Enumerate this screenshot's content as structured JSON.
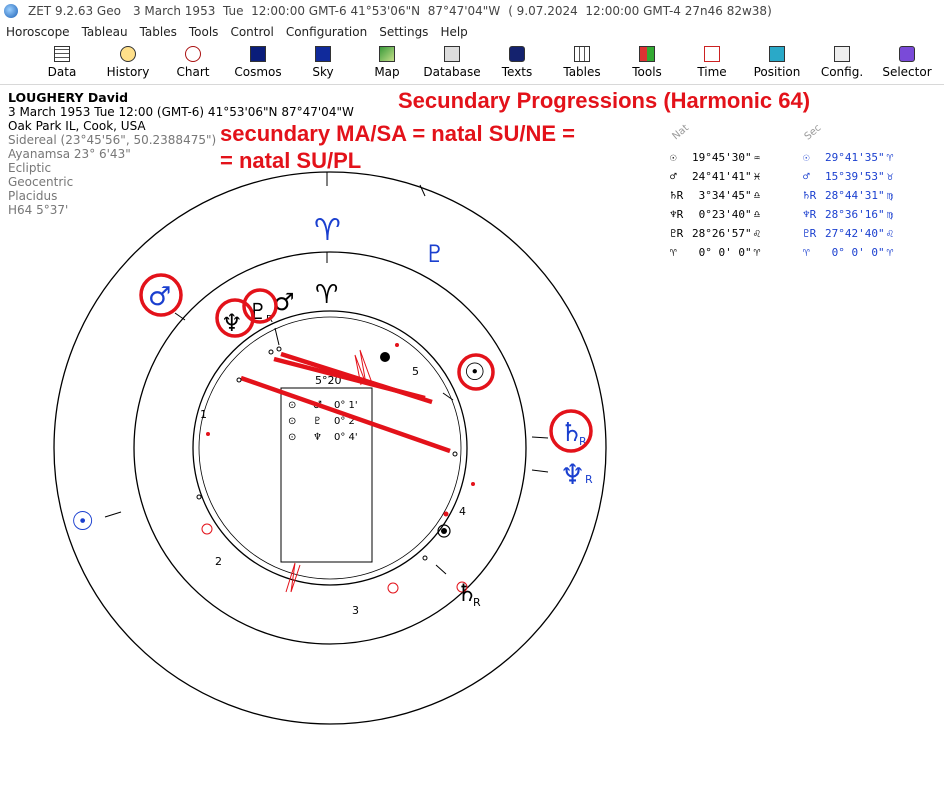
{
  "titlebar": {
    "app": "ZET 9.2.63 Geo",
    "date": "3 March 1953  Tue  12:00:00 GMT-6 41°53'06\"N  87°47'04\"W",
    "extra": "( 9.07.2024  12:00:00 GMT-4 27n46 82w38)"
  },
  "menu": [
    "Horoscope",
    "Tableau",
    "Tables",
    "Tools",
    "Control",
    "Configuration",
    "Settings",
    "Help"
  ],
  "toolbar": [
    {
      "label": "Data",
      "icon": "data-icon"
    },
    {
      "label": "History",
      "icon": "history-icon"
    },
    {
      "label": "Chart",
      "icon": "chart-icon"
    },
    {
      "label": "Cosmos",
      "icon": "cosmos-icon"
    },
    {
      "label": "Sky",
      "icon": "sky-icon"
    },
    {
      "label": "Map",
      "icon": "map-icon"
    },
    {
      "label": "Database",
      "icon": "database-icon"
    },
    {
      "label": "Texts",
      "icon": "texts-icon"
    },
    {
      "label": "Tables",
      "icon": "tables-icon"
    },
    {
      "label": "Tools",
      "icon": "tools-icon"
    },
    {
      "label": "Time",
      "icon": "time-icon"
    },
    {
      "label": "Position",
      "icon": "position-icon"
    },
    {
      "label": "Config.",
      "icon": "config-icon"
    },
    {
      "label": "Selector",
      "icon": "selector-icon"
    }
  ],
  "info": {
    "name": "LOUGHERY David",
    "datetime": "3 March 1953  Tue  12:00 (GMT-6) 41°53'06\"N  87°47'04\"W",
    "place": "Oak Park IL, Cook, USA",
    "lines": [
      "Sidereal (23°45'56\", 50.2388475\")",
      "Ayanamsa 23° 6'43\"",
      "Ecliptic",
      "Geocentric",
      "Placidus",
      "H64   5°37'"
    ]
  },
  "annotations": {
    "title": "Secundary Progressions (Harmonic 64)",
    "line1": "secundary MA/SA = natal SU/NE =",
    "line2": "= natal SU/PL"
  },
  "positions": {
    "header_nat": "Nat",
    "header_sec": "Sec",
    "rows": [
      {
        "glyph": "☉",
        "nat": "19°45'30\"",
        "nat_sign": "♒",
        "sec": "29°41'35\"",
        "sec_sign": "♈"
      },
      {
        "glyph": "♂",
        "nat": "24°41'41\"",
        "nat_sign": "♓",
        "sec": "15°39'53\"",
        "sec_sign": "♉"
      },
      {
        "glyph": "♄R",
        "nat": " 3°34'45\"",
        "nat_sign": "♎",
        "sec": "28°44'31\"",
        "sec_sign": "♍"
      },
      {
        "glyph": "♆R",
        "nat": " 0°23'40\"",
        "nat_sign": "♎",
        "sec": "28°36'16\"",
        "sec_sign": "♍"
      },
      {
        "glyph": "♇R",
        "nat": "28°26'57\"",
        "nat_sign": "♌",
        "sec": "27°42'40\"",
        "sec_sign": "♌"
      },
      {
        "glyph": "♈",
        "nat": " 0° 0' 0\"",
        "nat_sign": "♈",
        "sec": " 0° 0' 0\"",
        "sec_sign": "♈"
      }
    ]
  },
  "chart": {
    "aspect_header": "5°20'",
    "aspect_rows": [
      {
        "glyph": "♂",
        "orb": "0° 1'"
      },
      {
        "glyph": "♇",
        "orb": "0° 2'"
      },
      {
        "glyph": "♆",
        "orb": "0° 4'"
      }
    ],
    "house_labels": [
      "1",
      "2",
      "3",
      "4",
      "5"
    ],
    "outer_aries": "♈",
    "inner_aries": "♈",
    "pluto_outer": "♇",
    "mars_outer": "♂",
    "sun_outer": "☉",
    "saturn_outer": "♄",
    "saturn_r": "R",
    "neptune_outer": "♆",
    "neptune_r": "R",
    "neptune_inner": "♆",
    "pluto_inner": "♇",
    "pluto_inner_r": "R",
    "mars_inner": "♂",
    "sun_inner": "☉",
    "saturn_inner": "♄",
    "saturn_inner_r": "R",
    "colors": {
      "blue": "#1a3fcf",
      "red": "#e3121a"
    }
  }
}
